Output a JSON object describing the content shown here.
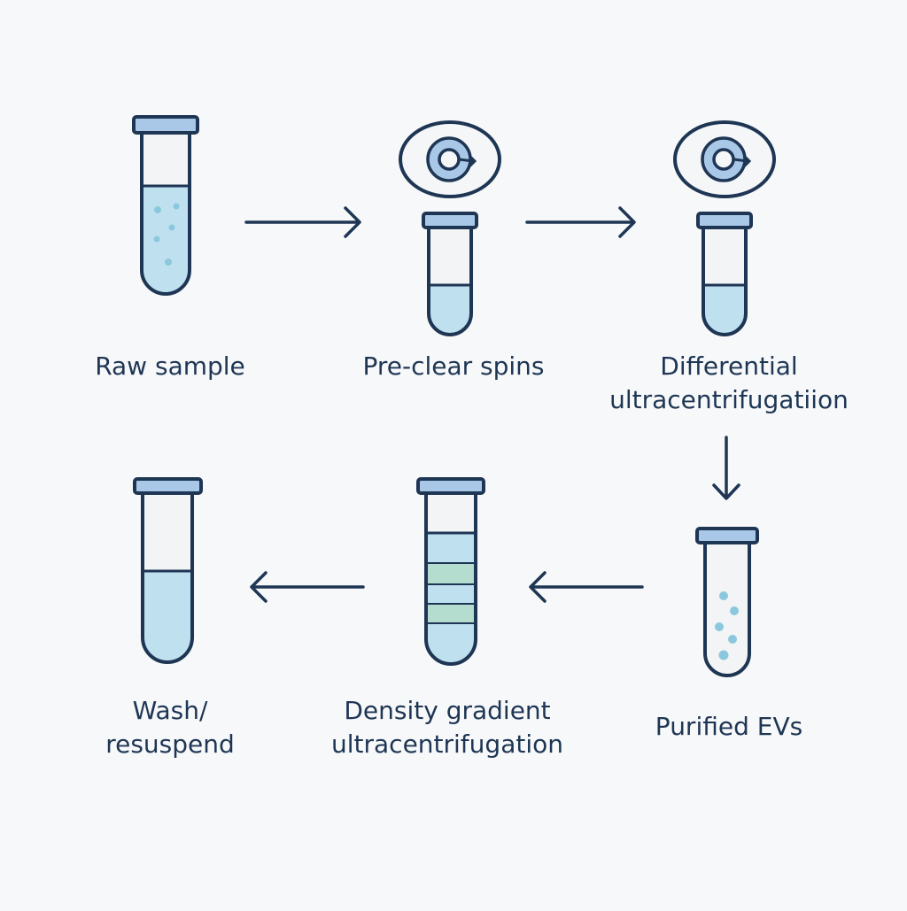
{
  "steps": [
    {
      "label_lines": [
        "Raw sample"
      ]
    },
    {
      "label_lines": [
        "Pre-clear spins"
      ]
    },
    {
      "label_lines": [
        "Differential",
        "ultracentrifugatiion"
      ]
    },
    {
      "label_lines": [
        "Purified EVs"
      ]
    },
    {
      "label_lines": [
        "Density gradient",
        "ultracentrifugation"
      ]
    },
    {
      "label_lines": [
        "Wash/",
        "resuspend"
      ]
    }
  ],
  "colors": {
    "outline": "#1e3654",
    "cap": "#a9c8e8",
    "liquid": "#bfe0ef",
    "tube_empty": "#f2f4f5",
    "dots": "#8cc8dd",
    "band_green": "#b4dccf",
    "band_blue": "#bfe0ef",
    "rotor_fill": "#f4f6f8",
    "rotor_inner": "#a9c8e8",
    "background": "#f7f8f9"
  },
  "icons": {
    "rotor": "centrifuge-rotor-icon",
    "arrow": "arrow-icon",
    "tube": "test-tube-icon"
  }
}
